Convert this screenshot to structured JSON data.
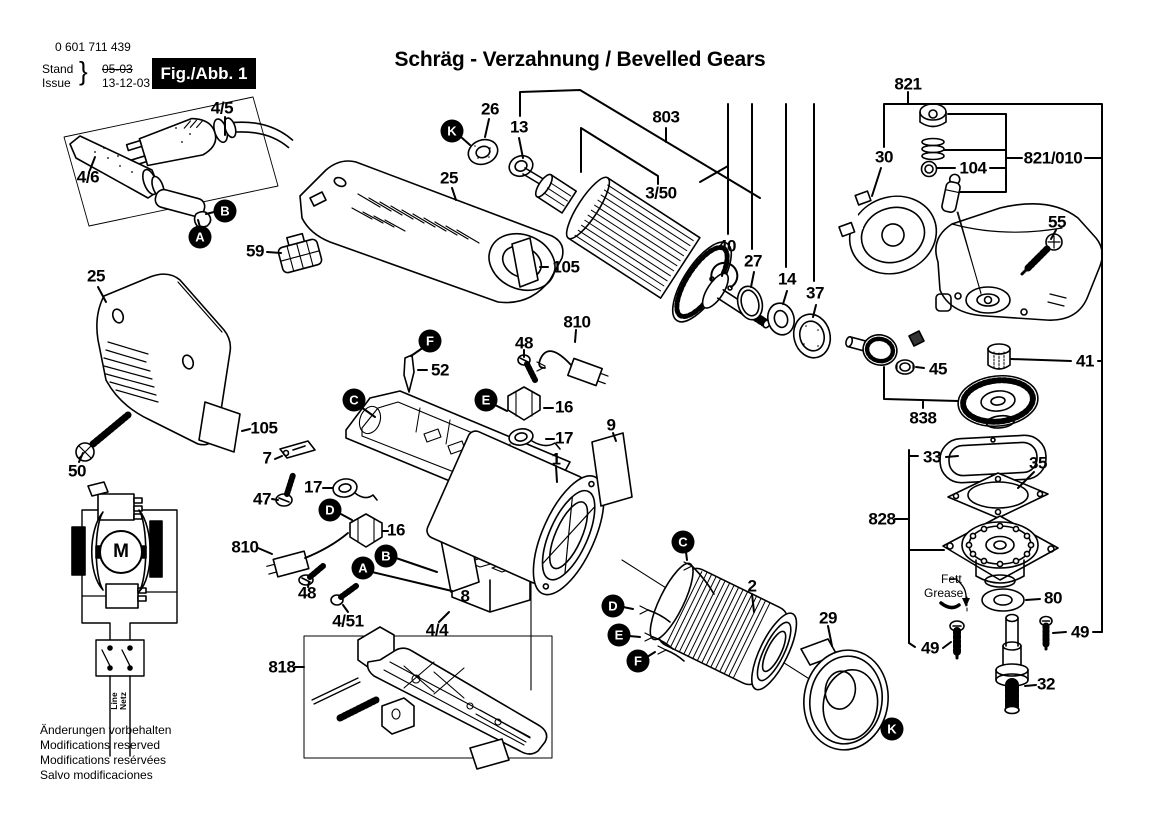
{
  "header": {
    "part_number": "0 601 711 439",
    "stand_label": "Stand",
    "issue_label": "Issue",
    "brace": "}",
    "stand_value": "05-03",
    "issue_value": "13-12-03",
    "figure_label": "Fig./Abb. 1",
    "title": "Schräg - Verzahnung / Bevelled Gears"
  },
  "footer": {
    "line1": "Änderungen vorbehalten",
    "line2": "Modifications reserved",
    "line3": "Modifications resérvées",
    "line4": "Salvo modificaciones"
  },
  "schematic": {
    "motor_label": "M",
    "supply_label_en": "Line",
    "supply_label_de": "Netz"
  },
  "grease_note": {
    "de": "Fett",
    "en": "Grease"
  },
  "colors": {
    "ink": "#000000",
    "paper": "#ffffff",
    "figure_box_bg": "#000000",
    "figure_box_text": "#ffffff"
  },
  "callouts": [
    {
      "id": "4-5",
      "text": "4/5"
    },
    {
      "id": "4-6",
      "text": "4/6"
    },
    {
      "id": "59",
      "text": "59"
    },
    {
      "id": "25-top",
      "text": "25"
    },
    {
      "id": "26",
      "text": "26"
    },
    {
      "id": "13",
      "text": "13"
    },
    {
      "id": "803",
      "text": "803"
    },
    {
      "id": "3-50",
      "text": "3/50"
    },
    {
      "id": "105-top",
      "text": "105"
    },
    {
      "id": "25-left",
      "text": "25"
    },
    {
      "id": "105-left",
      "text": "105"
    },
    {
      "id": "50",
      "text": "50"
    },
    {
      "id": "40",
      "text": "40"
    },
    {
      "id": "27",
      "text": "27"
    },
    {
      "id": "14",
      "text": "14"
    },
    {
      "id": "37",
      "text": "37"
    },
    {
      "id": "821",
      "text": "821"
    },
    {
      "id": "30",
      "text": "30"
    },
    {
      "id": "104",
      "text": "104"
    },
    {
      "id": "821-010",
      "text": "821/010"
    },
    {
      "id": "55",
      "text": "55"
    },
    {
      "id": "41",
      "text": "41"
    },
    {
      "id": "45",
      "text": "45"
    },
    {
      "id": "838",
      "text": "838"
    },
    {
      "id": "33",
      "text": "33"
    },
    {
      "id": "35",
      "text": "35"
    },
    {
      "id": "828",
      "text": "828"
    },
    {
      "id": "80",
      "text": "80"
    },
    {
      "id": "49-left",
      "text": "49"
    },
    {
      "id": "49-right",
      "text": "49"
    },
    {
      "id": "32",
      "text": "32"
    },
    {
      "id": "52",
      "text": "52"
    },
    {
      "id": "48-top",
      "text": "48"
    },
    {
      "id": "810-top",
      "text": "810"
    },
    {
      "id": "16-top",
      "text": "16"
    },
    {
      "id": "17-top",
      "text": "17"
    },
    {
      "id": "9",
      "text": "9"
    },
    {
      "id": "1",
      "text": "1"
    },
    {
      "id": "7",
      "text": "7"
    },
    {
      "id": "47",
      "text": "47"
    },
    {
      "id": "17-left",
      "text": "17"
    },
    {
      "id": "16-mid",
      "text": "16"
    },
    {
      "id": "810-left",
      "text": "810"
    },
    {
      "id": "48-bottom",
      "text": "48"
    },
    {
      "id": "8",
      "text": "8"
    },
    {
      "id": "4-51",
      "text": "4/51"
    },
    {
      "id": "4-4",
      "text": "4/4"
    },
    {
      "id": "818",
      "text": "818"
    },
    {
      "id": "2",
      "text": "2"
    },
    {
      "id": "29",
      "text": "29"
    }
  ],
  "markers": [
    {
      "id": "K-top",
      "letter": "K"
    },
    {
      "id": "B-top",
      "letter": "B"
    },
    {
      "id": "A-top",
      "letter": "A"
    },
    {
      "id": "F-top",
      "letter": "F"
    },
    {
      "id": "C-top",
      "letter": "C"
    },
    {
      "id": "E-top",
      "letter": "E"
    },
    {
      "id": "D-left",
      "letter": "D"
    },
    {
      "id": "B-mid",
      "letter": "B"
    },
    {
      "id": "A-mid",
      "letter": "A"
    },
    {
      "id": "C-right",
      "letter": "C"
    },
    {
      "id": "D-right",
      "letter": "D"
    },
    {
      "id": "E-right",
      "letter": "E"
    },
    {
      "id": "F-right",
      "letter": "F"
    },
    {
      "id": "K-bottom",
      "letter": "K"
    }
  ]
}
